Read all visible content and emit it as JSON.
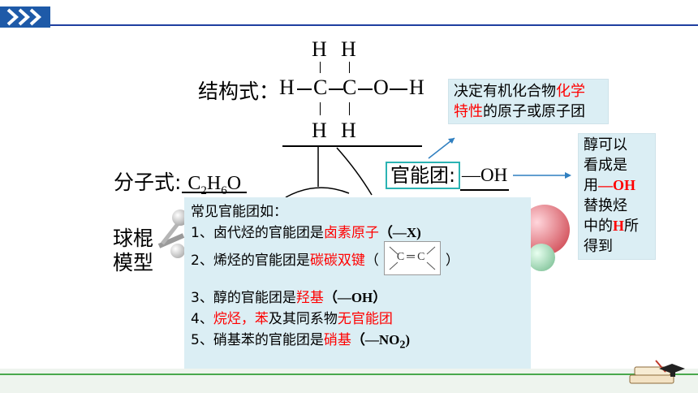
{
  "structure": {
    "label": "结构式：",
    "top_h1": "H",
    "top_h2": "H",
    "bot_h1": "H",
    "bot_h2": "H",
    "row_h": "H",
    "c1": "C",
    "c2": "C",
    "o": "O",
    "end_h": "H"
  },
  "formula": {
    "label": "分子式:",
    "c": "C",
    "c_sub": "2",
    "h": "H",
    "h_sub": "6",
    "o": "O"
  },
  "model_label": [
    "球棍",
    "模型"
  ],
  "functional_group": {
    "label": "官能团:",
    "value": "—OH"
  },
  "callout_top": {
    "part1": "决定有机化合物",
    "part2_red": "化学",
    "part3_red": "特性",
    "part4": "的原子或原子团"
  },
  "callout_right": {
    "line1": "醇可以",
    "line2": "看成是",
    "line3_a": "用",
    "line3_red": "—OH",
    "line4": "替换烃",
    "line5_a": "中的",
    "line5_red": "H",
    "line5_b": "所",
    "line6": "得到"
  },
  "common_groups": {
    "title": "常见官能团如：",
    "item1_a": "1、卤代烃的官能团是",
    "item1_red": "卤素原子",
    "item1_b": "（—X)",
    "item2_a": "2、烯烃的官能团是",
    "item2_red": "碳碳双键",
    "item2_b": "（",
    "item2_c": "）",
    "cc_c1": "C",
    "cc_bond": "═",
    "cc_c2": "C",
    "item3_a": "3、醇的官能团是",
    "item3_red": "羟基",
    "item3_b": "（—OH）",
    "item4_a": "4、",
    "item4_red1": "烷烃，苯",
    "item4_b": "及其同系物",
    "item4_red2": "无官能团",
    "item5_a": "5、硝基苯的官能团是",
    "item5_red": "硝基",
    "item5_b": "（—NO",
    "item5_sub": "2",
    "item5_c": ")"
  },
  "colors": {
    "accent_red": "#ff0000",
    "box_fill": "#dbeef4",
    "header_blue": "#1f3fa0",
    "chevron_cyan": "#29a9d6",
    "fg_border": "#2bb3b3"
  }
}
